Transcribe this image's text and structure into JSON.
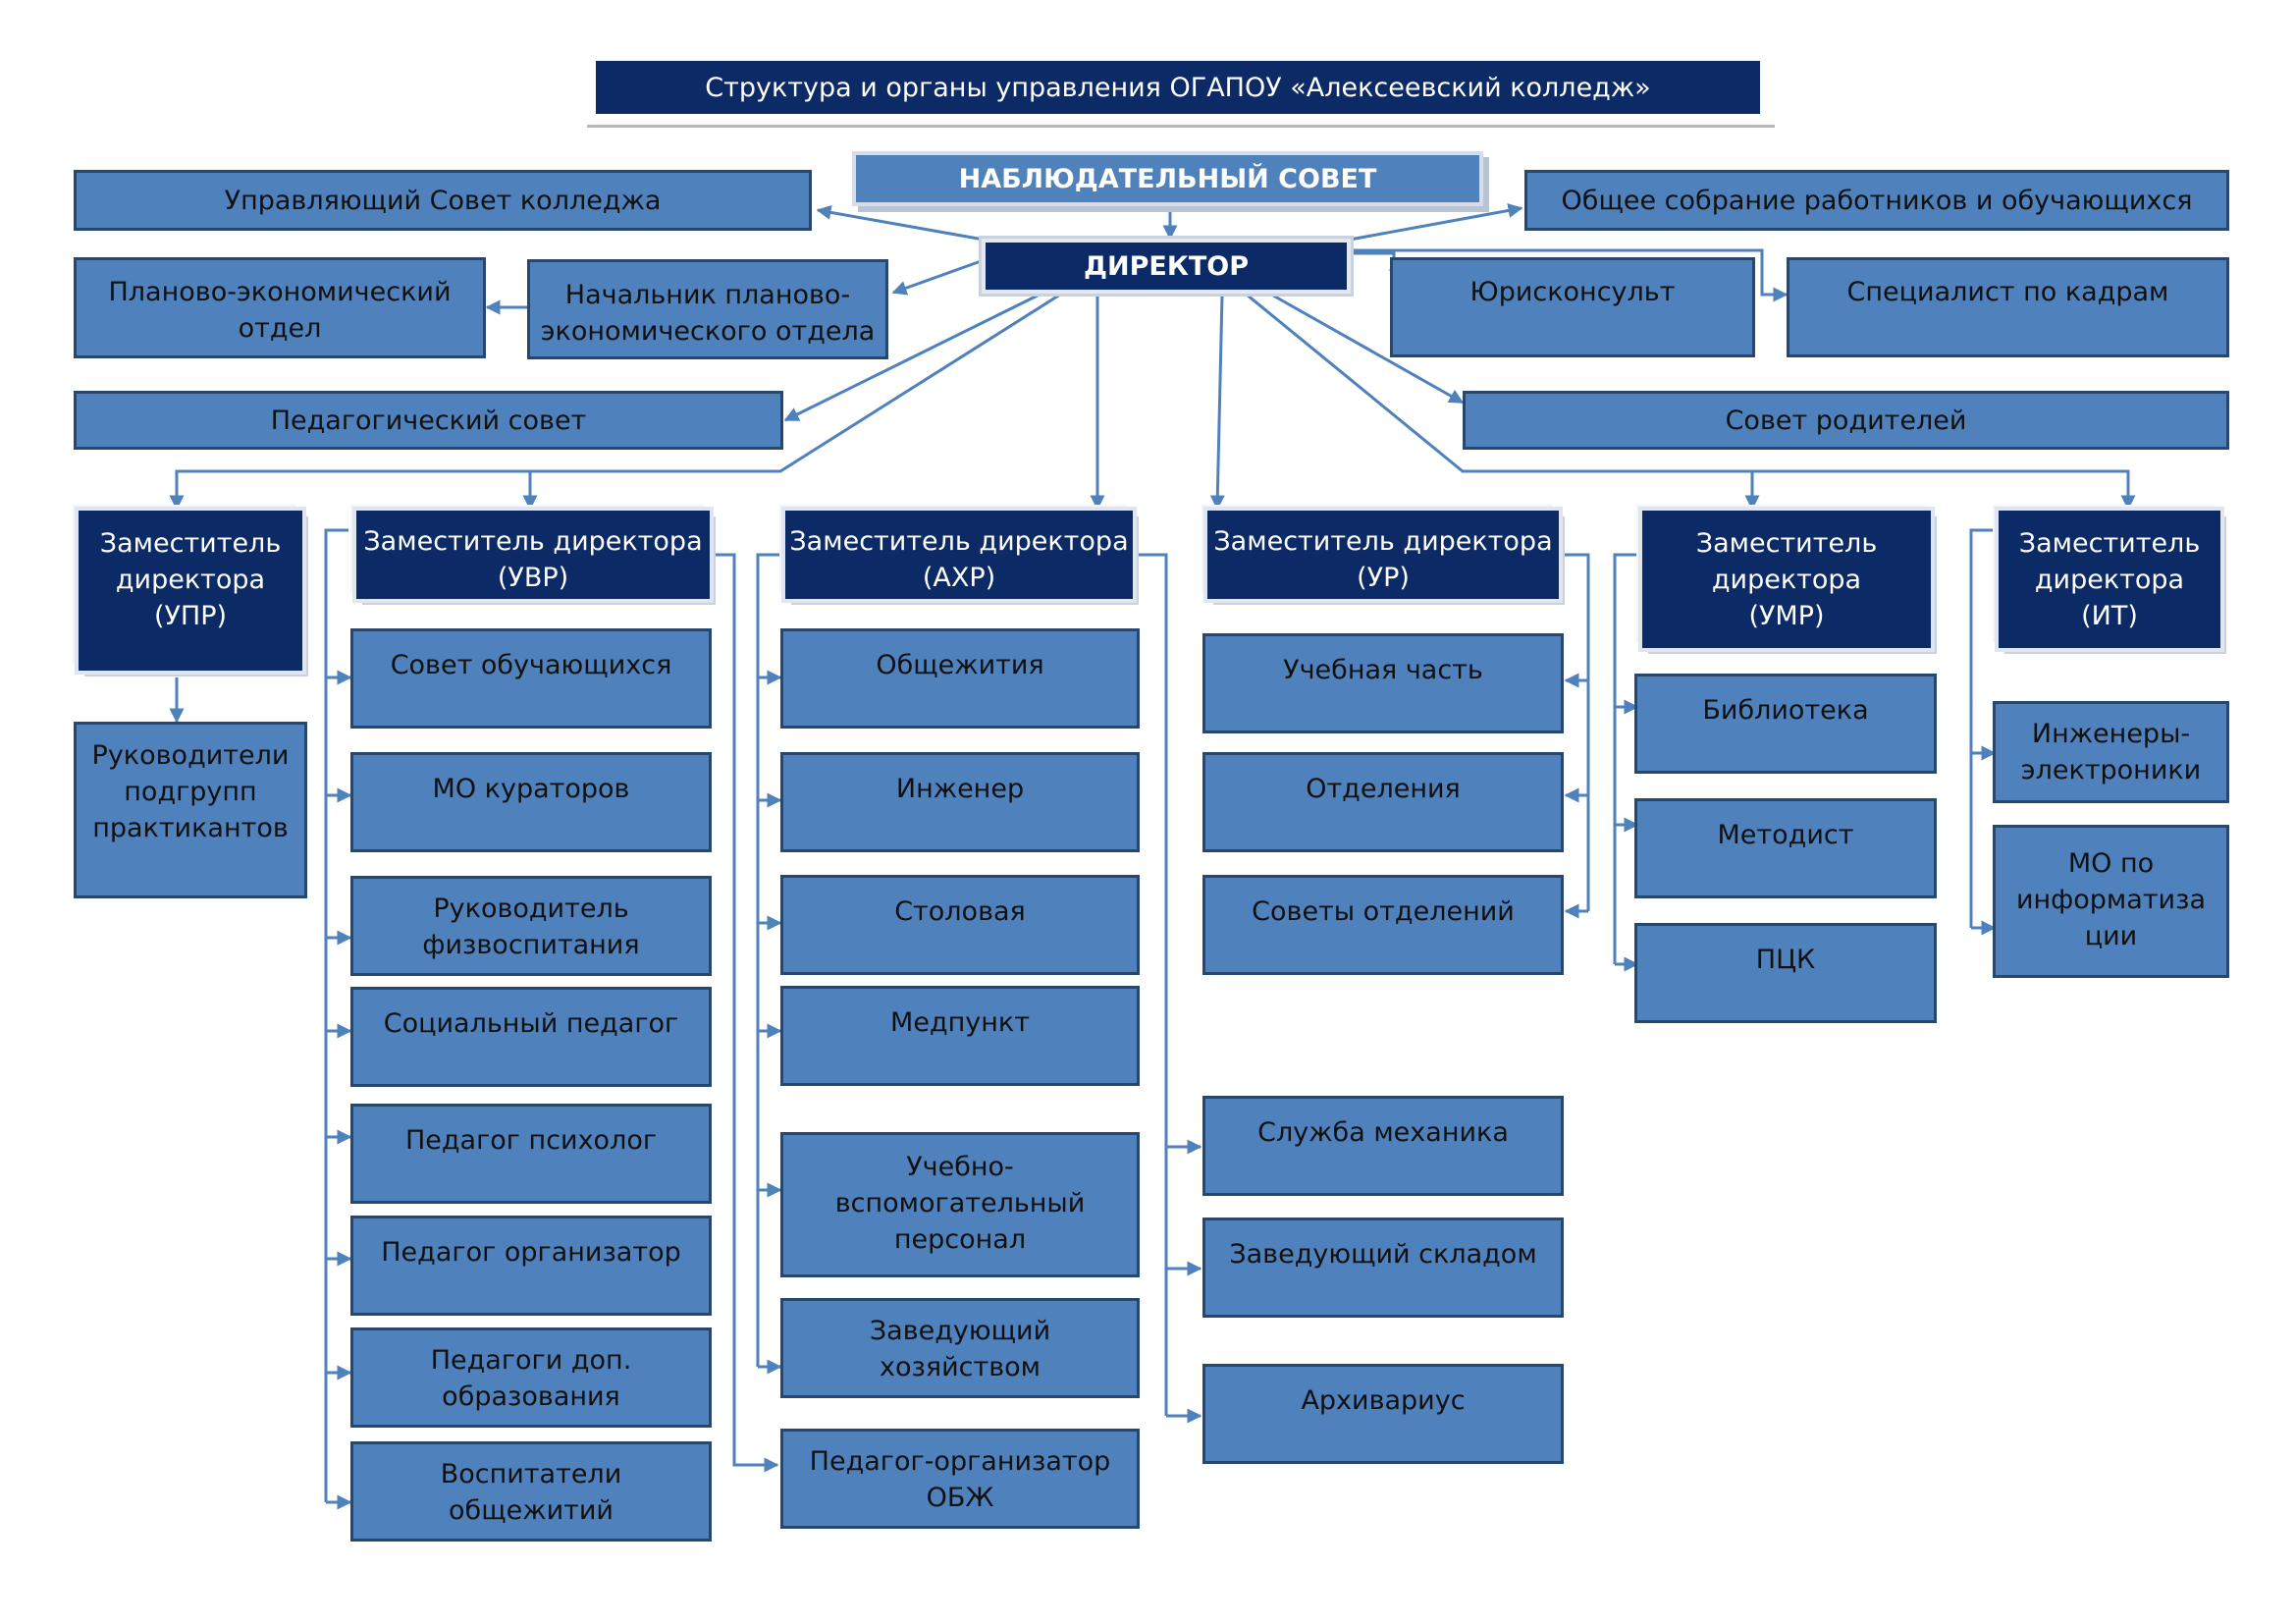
{
  "title": "Структура и органы управления ОГАПОУ «Алексеевский колледж»",
  "top": {
    "nabl_sovet": "НАБЛЮДАТЕЛЬНЫЙ СОВЕТ",
    "upr_sovet": "Управляющий Совет колледжа",
    "obshee_sobranie": "Общее собрание работников и обучающихся",
    "director": "ДИРЕКТОР",
    "plan_otdel": "Планово-экономический\nотдел",
    "nach_plan": "Начальник планово-\nэкономического отдела",
    "yuriskonsult": "Юрисконсульт",
    "kadry": "Специалист по кадрам",
    "ped_sovet": "Педагогический совет",
    "sovet_roditeley": "Совет родителей"
  },
  "deputies": {
    "upr": "Заместитель\nдиректора\n(УПР)",
    "uvr": "Заместитель директора\n(УВР)",
    "ahr": "Заместитель директора\n(АХР)",
    "ur": "Заместитель директора\n(УР)",
    "umr": "Заместитель\nдиректора\n(УМР)",
    "it": "Заместитель\nдиректора\n(ИТ)"
  },
  "upr_items": [
    "Руководители\nподгрупп\nпрактикантов"
  ],
  "uvr_items": [
    "Совет обучающихся",
    "МО кураторов",
    "Руководитель\nфизвоспитания",
    "Социальный педагог",
    "Педагог психолог",
    "Педагог организатор",
    "Педагоги доп.\nобразования",
    "Воспитатели\nобщежитий"
  ],
  "ahr_items": [
    "Общежития",
    "Инженер",
    "Столовая",
    "Медпункт",
    "Учебно-\nвспомогательный\nперсонал",
    "Заведующий\nхозяйством",
    "Педагог-организатор\nОБЖ"
  ],
  "ur_items": [
    "Учебная часть",
    "Отделения",
    "Советы отделений"
  ],
  "ahr_ext_items": [
    "Служба механика",
    "Заведующий складом",
    "Архивариус"
  ],
  "umr_items": [
    "Библиотека",
    "Методист",
    "ПЦК"
  ],
  "it_items": [
    "Инженеры-\nэлектроники",
    "МО по\nинформатиза\nции"
  ],
  "colors": {
    "box_fill": "#4f81bd",
    "box_border": "#27476e",
    "dark_fill": "#0c2a66",
    "connector": "#4f81bd"
  }
}
